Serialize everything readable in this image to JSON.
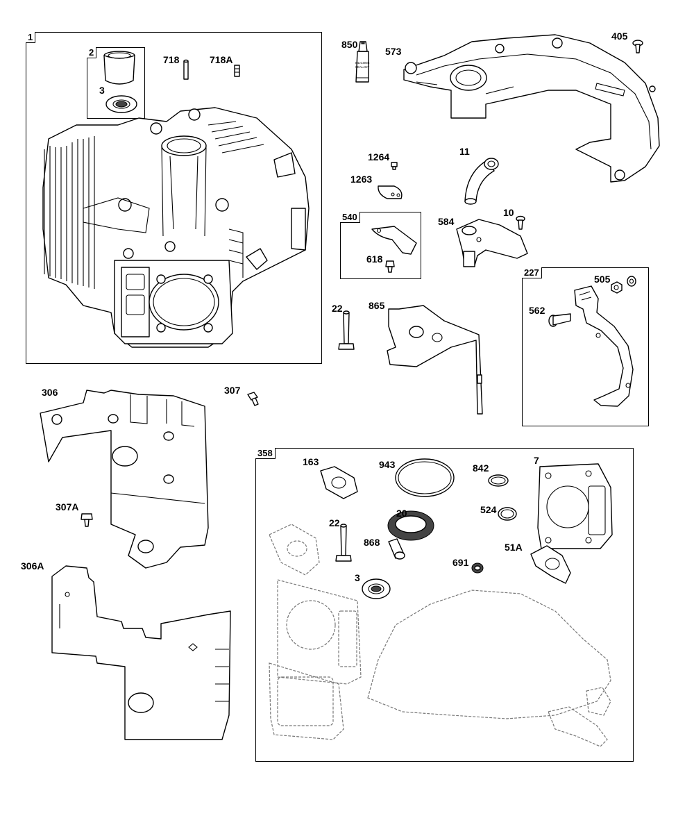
{
  "diagram": {
    "groups": {
      "g1": "1",
      "g2": "2",
      "g540": "540",
      "g227": "227",
      "g358": "358"
    },
    "parts": {
      "p3a": "3",
      "p718": "718",
      "p718a": "718A",
      "p850": "850",
      "p573": "573",
      "p405": "405",
      "p1264": "1264",
      "p1263": "1263",
      "p11": "11",
      "p618": "618",
      "p584": "584",
      "p10": "10",
      "p22a": "22",
      "p865": "865",
      "p505": "505",
      "p562": "562",
      "p306": "306",
      "p307": "307",
      "p307a": "307A",
      "p306a": "306A",
      "p163": "163",
      "p943": "943",
      "p842": "842",
      "p7": "7",
      "p524": "524",
      "p20": "20",
      "p22b": "22",
      "p868": "868",
      "p691": "691",
      "p51a": "51A",
      "p3b": "3"
    },
    "tube_text": [
      "SILICONE",
      "SEALANT"
    ]
  }
}
